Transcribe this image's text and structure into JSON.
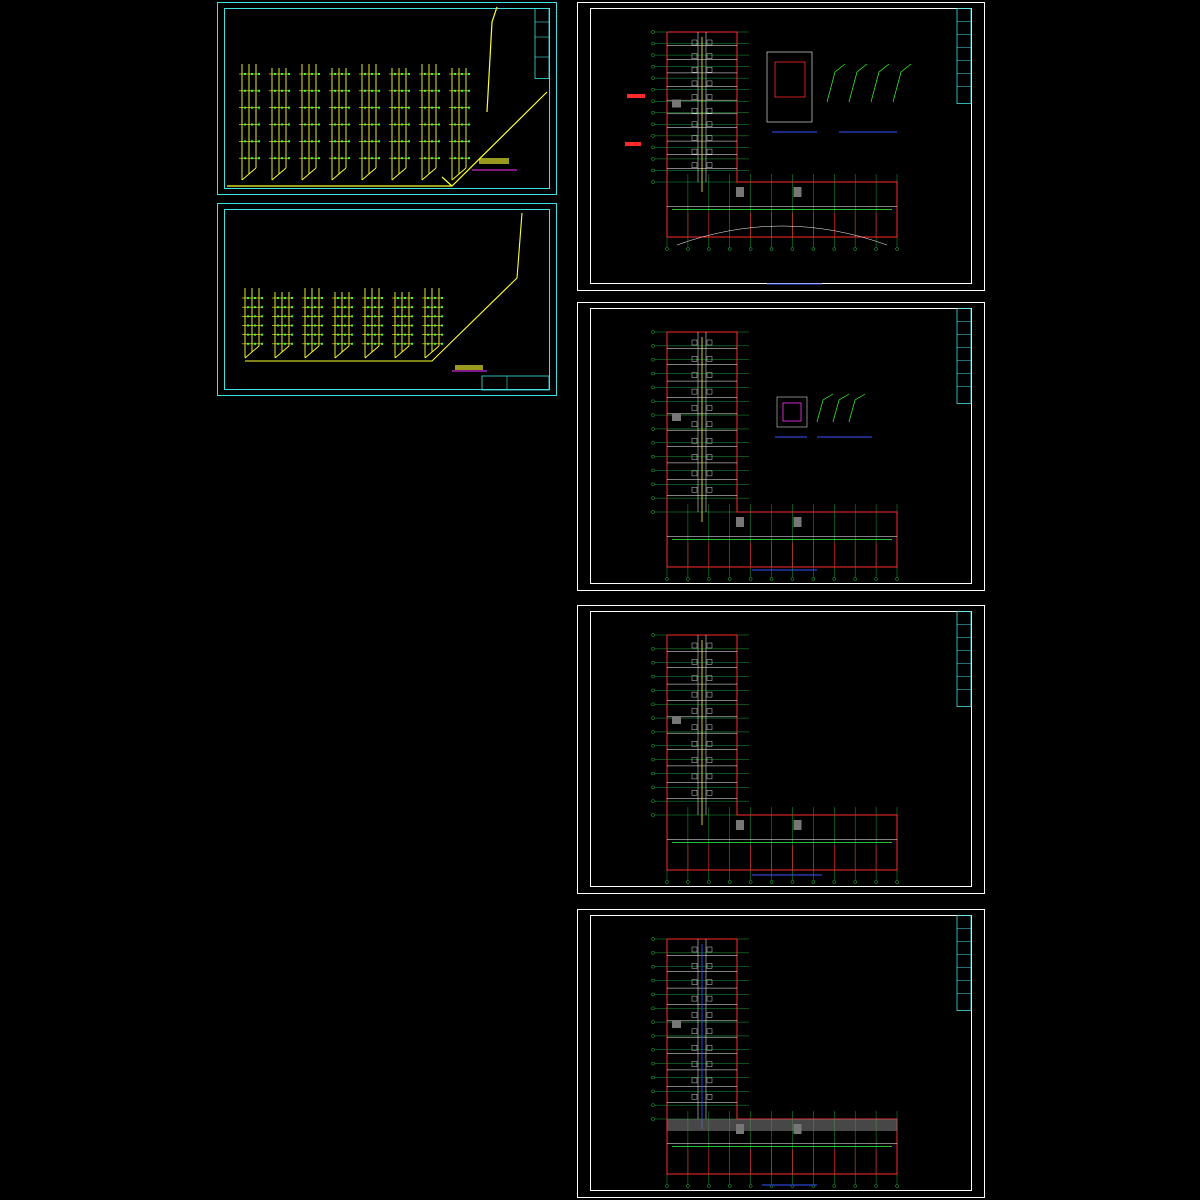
{
  "colors": {
    "background": "#000000",
    "sheet_border": "#ffffff",
    "sheet_border_cyan": "#3fe0e0",
    "pipe_yellow": "#ffff33",
    "pipe_green": "#33ff33",
    "wall_red": "#ff2a2a",
    "grid_green": "#22cc44",
    "label_magenta": "#ff33ff",
    "text_white": "#ffffff",
    "fill_gray": "#777777",
    "accent_blue": "#3355ff"
  },
  "sheets": [
    {
      "id": "sheet-1",
      "kind": "isometric",
      "variant": "a"
    },
    {
      "id": "sheet-2",
      "kind": "isometric",
      "variant": "b"
    },
    {
      "id": "sheet-3",
      "kind": "plan",
      "variant": "ground"
    },
    {
      "id": "sheet-4",
      "kind": "plan",
      "variant": "second"
    },
    {
      "id": "sheet-5",
      "kind": "plan",
      "variant": "typical"
    },
    {
      "id": "sheet-6",
      "kind": "plan",
      "variant": "roof"
    }
  ]
}
